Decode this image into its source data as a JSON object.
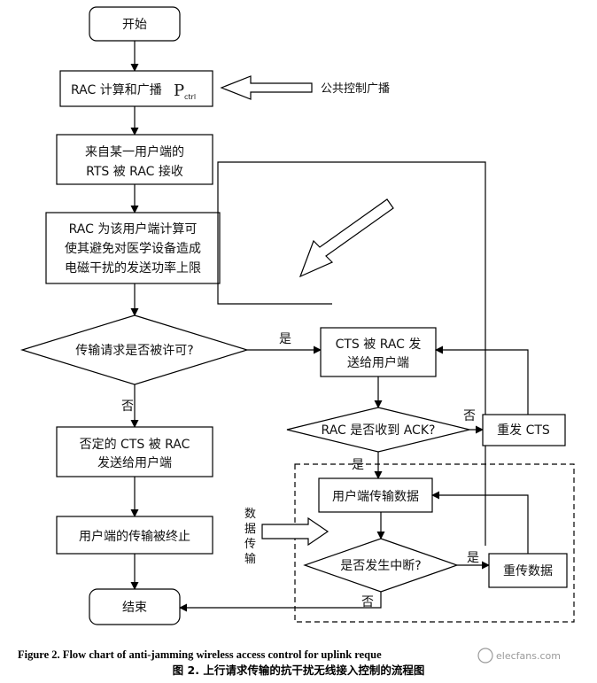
{
  "nodes": {
    "start": "开始",
    "rac_compute": "RAC 计算和广播",
    "p_main": "P",
    "p_sub": "ctrl",
    "public_broadcast": "公共控制广播",
    "rts_line1": "来自某一用户端的",
    "rts_line2": "RTS 被 RAC 接收",
    "calc_line1": "RAC  为该用户端计算可",
    "calc_line2": "使其避免对医学设备造成",
    "calc_line3": "电磁干扰的发送功率上限",
    "permit_decision": "传输请求是否被许可?",
    "cts_line1": "CTS 被 RAC 发",
    "cts_line2": "送给用户端",
    "ack_decision": "RAC 是否收到 ACK?",
    "resend_cts": "重发 CTS",
    "deny_line1": "否定的 CTS 被 RAC",
    "deny_line2": "发送给用户端",
    "user_data": "用户端传输数据",
    "terminated": "用户端的传输被终止",
    "data_v1": "数",
    "data_v2": "据",
    "data_v3": "传",
    "data_v4": "输",
    "interrupt_decision": "是否发生中断?",
    "retransmit": "重传数据",
    "end": "结束"
  },
  "edges": {
    "yes1": "是",
    "no1": "否",
    "no2": "否",
    "yes2": "是",
    "yes3": "是",
    "no3": "否"
  },
  "caption": {
    "en": "Figure 2. Flow chart of anti-jamming wireless access control for uplink reque",
    "zh": "图 2. 上行请求传输的抗干扰无线接入控制的流程图"
  },
  "watermark": "elecfans.com"
}
